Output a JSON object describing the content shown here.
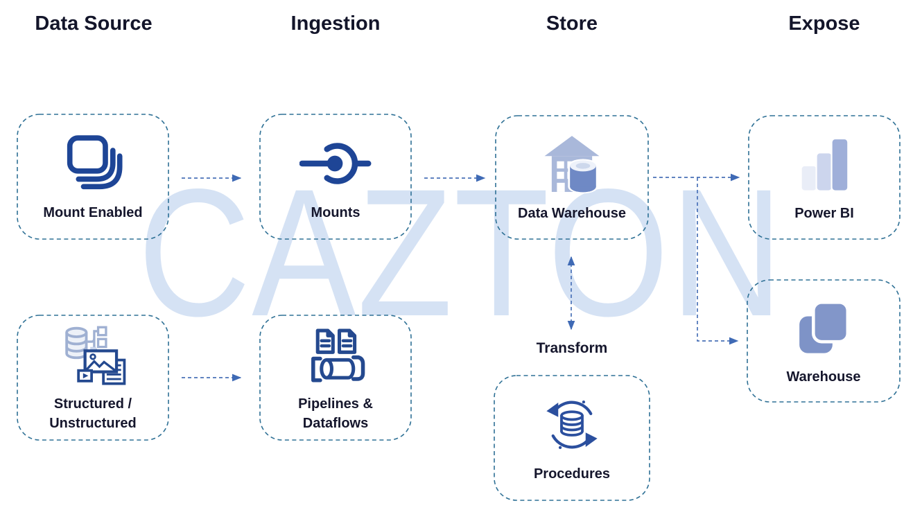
{
  "watermark": "CAZTON",
  "colors": {
    "background": "#ffffff",
    "icon_navy": "#1e4596",
    "icon_periwinkle": "#7e93c7",
    "icon_light_periwinkle": "#a9b8da",
    "box_border_teal": "#2e7095",
    "arrow_blue": "#3f6ab5",
    "header_text": "#13152a",
    "label_text": "#15162c",
    "watermark_blue": "#d5e2f4"
  },
  "columns": [
    {
      "label": "Data Source"
    },
    {
      "label": "Ingestion"
    },
    {
      "label": "Store"
    },
    {
      "label": "Expose"
    }
  ],
  "nodes": {
    "mount_enabled": {
      "label": "Mount Enabled",
      "icon": "stacked-cards-icon"
    },
    "mounts": {
      "label": "Mounts",
      "icon": "mount-point-icon"
    },
    "data_warehouse": {
      "label": "Data Warehouse",
      "icon": "warehouse-database-icon"
    },
    "power_bi": {
      "label": "Power BI",
      "icon": "bar-chart-icon"
    },
    "structured_unstructured": {
      "label": "Structured / Unstructured",
      "icon": "mixed-data-icon"
    },
    "pipelines_dataflows": {
      "label": "Pipelines & Dataflows",
      "icon": "documents-pipeline-icon"
    },
    "transform": {
      "label": "Transform"
    },
    "procedures": {
      "label": "Procedures",
      "icon": "sync-database-icon"
    },
    "warehouse": {
      "label": "Warehouse",
      "icon": "stacked-squares-icon"
    }
  }
}
